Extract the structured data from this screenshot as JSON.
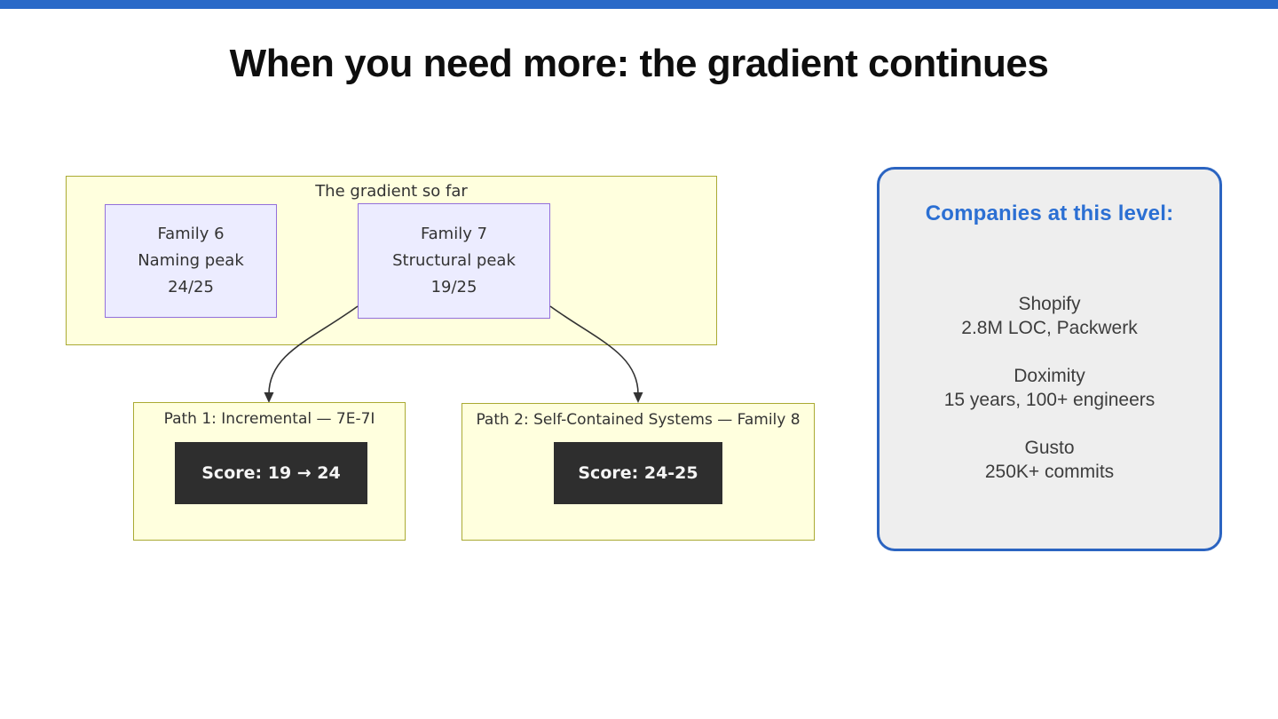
{
  "title": "When you need more: the gradient continues",
  "diagram": {
    "cluster_label": "The gradient so far",
    "family6": {
      "line1": "Family 6",
      "line2": "Naming peak",
      "line3": "24/25"
    },
    "family7": {
      "line1": "Family 7",
      "line2": "Structural peak",
      "line3": "19/25"
    },
    "path1": {
      "label": "Path 1: Incremental — 7E-7I",
      "score": "Score: 19 → 24"
    },
    "path2": {
      "label": "Path 2: Self-Contained Systems — Family 8",
      "score": "Score: 24-25"
    }
  },
  "panel": {
    "heading": "Companies at this level:",
    "companies": [
      {
        "name": "Shopify",
        "detail": "2.8M LOC, Packwerk"
      },
      {
        "name": "Doximity",
        "detail": "15 years, 100+ engineers"
      },
      {
        "name": "Gusto",
        "detail": "250K+ commits"
      }
    ]
  },
  "colors": {
    "bar_blue": "#2969c8",
    "heading_blue": "#2b6fd3",
    "panel_border": "#2b64c1",
    "panel_bg": "#eeeeee",
    "cluster_fill": "#ffffde",
    "cluster_border": "#aaaa33",
    "node_fill": "#ececff",
    "node_border": "#9370db",
    "score_bg": "#2e2e2e",
    "score_text": "#f5f5f5",
    "diagram_text": "#333333",
    "body_text": "#3d3d3d",
    "title_color": "#0e0e0e",
    "arrow": "#333333"
  }
}
